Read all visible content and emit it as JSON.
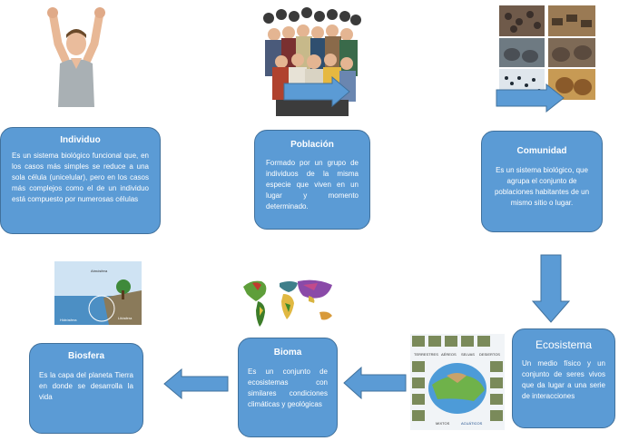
{
  "colors": {
    "box_fill": "#5b9bd5",
    "box_border": "#41719c",
    "text": "#ffffff"
  },
  "nodes": {
    "individuo": {
      "title": "Individuo",
      "body": "Es un sistema biológico funcional que, en los casos más simples se reduce a una sola célula (unicelular), pero en los casos más complejos como el de un individuo está compuesto por numerosas células"
    },
    "poblacion": {
      "title": "Población",
      "body": "Formado por un grupo de individuos de la misma especie que viven en un lugar y momento determinado."
    },
    "comunidad": {
      "title": "Comunidad",
      "body": "Es un sistema biológico, que agrupa el conjunto de poblaciones habitantes de un mismo sitio o lugar."
    },
    "ecosistema": {
      "title": "Ecosistema",
      "body": "Un medio físico y un conjunto de seres vivos que da lugar a una serie de interacciones"
    },
    "bioma": {
      "title": "Bioma",
      "body": "Es un conjunto de ecosistemas con similares condiciones climáticas y geológicas"
    },
    "biosfera": {
      "title": "Biosfera",
      "body": "Es la capa del planeta Tierra en donde se desarrolla la vida"
    }
  },
  "images": {
    "individuo": "person-cheering-photo",
    "poblacion": "crowd-photo",
    "comunidad": "animal-communities-collage",
    "ecosistema": "ecosystem-diagram",
    "bioma": "world-biome-map",
    "biosfera": "biosphere-diagram"
  },
  "image_labels": {
    "biosfera": [
      "Atmósfera",
      "Hidrósfera",
      "Litósfera"
    ],
    "ecosistema": [
      "TERRESTRES",
      "AÉREOS",
      "SELVAS",
      "DESIERTOS",
      "MIXTOS",
      "ACUÁTICOS"
    ]
  }
}
